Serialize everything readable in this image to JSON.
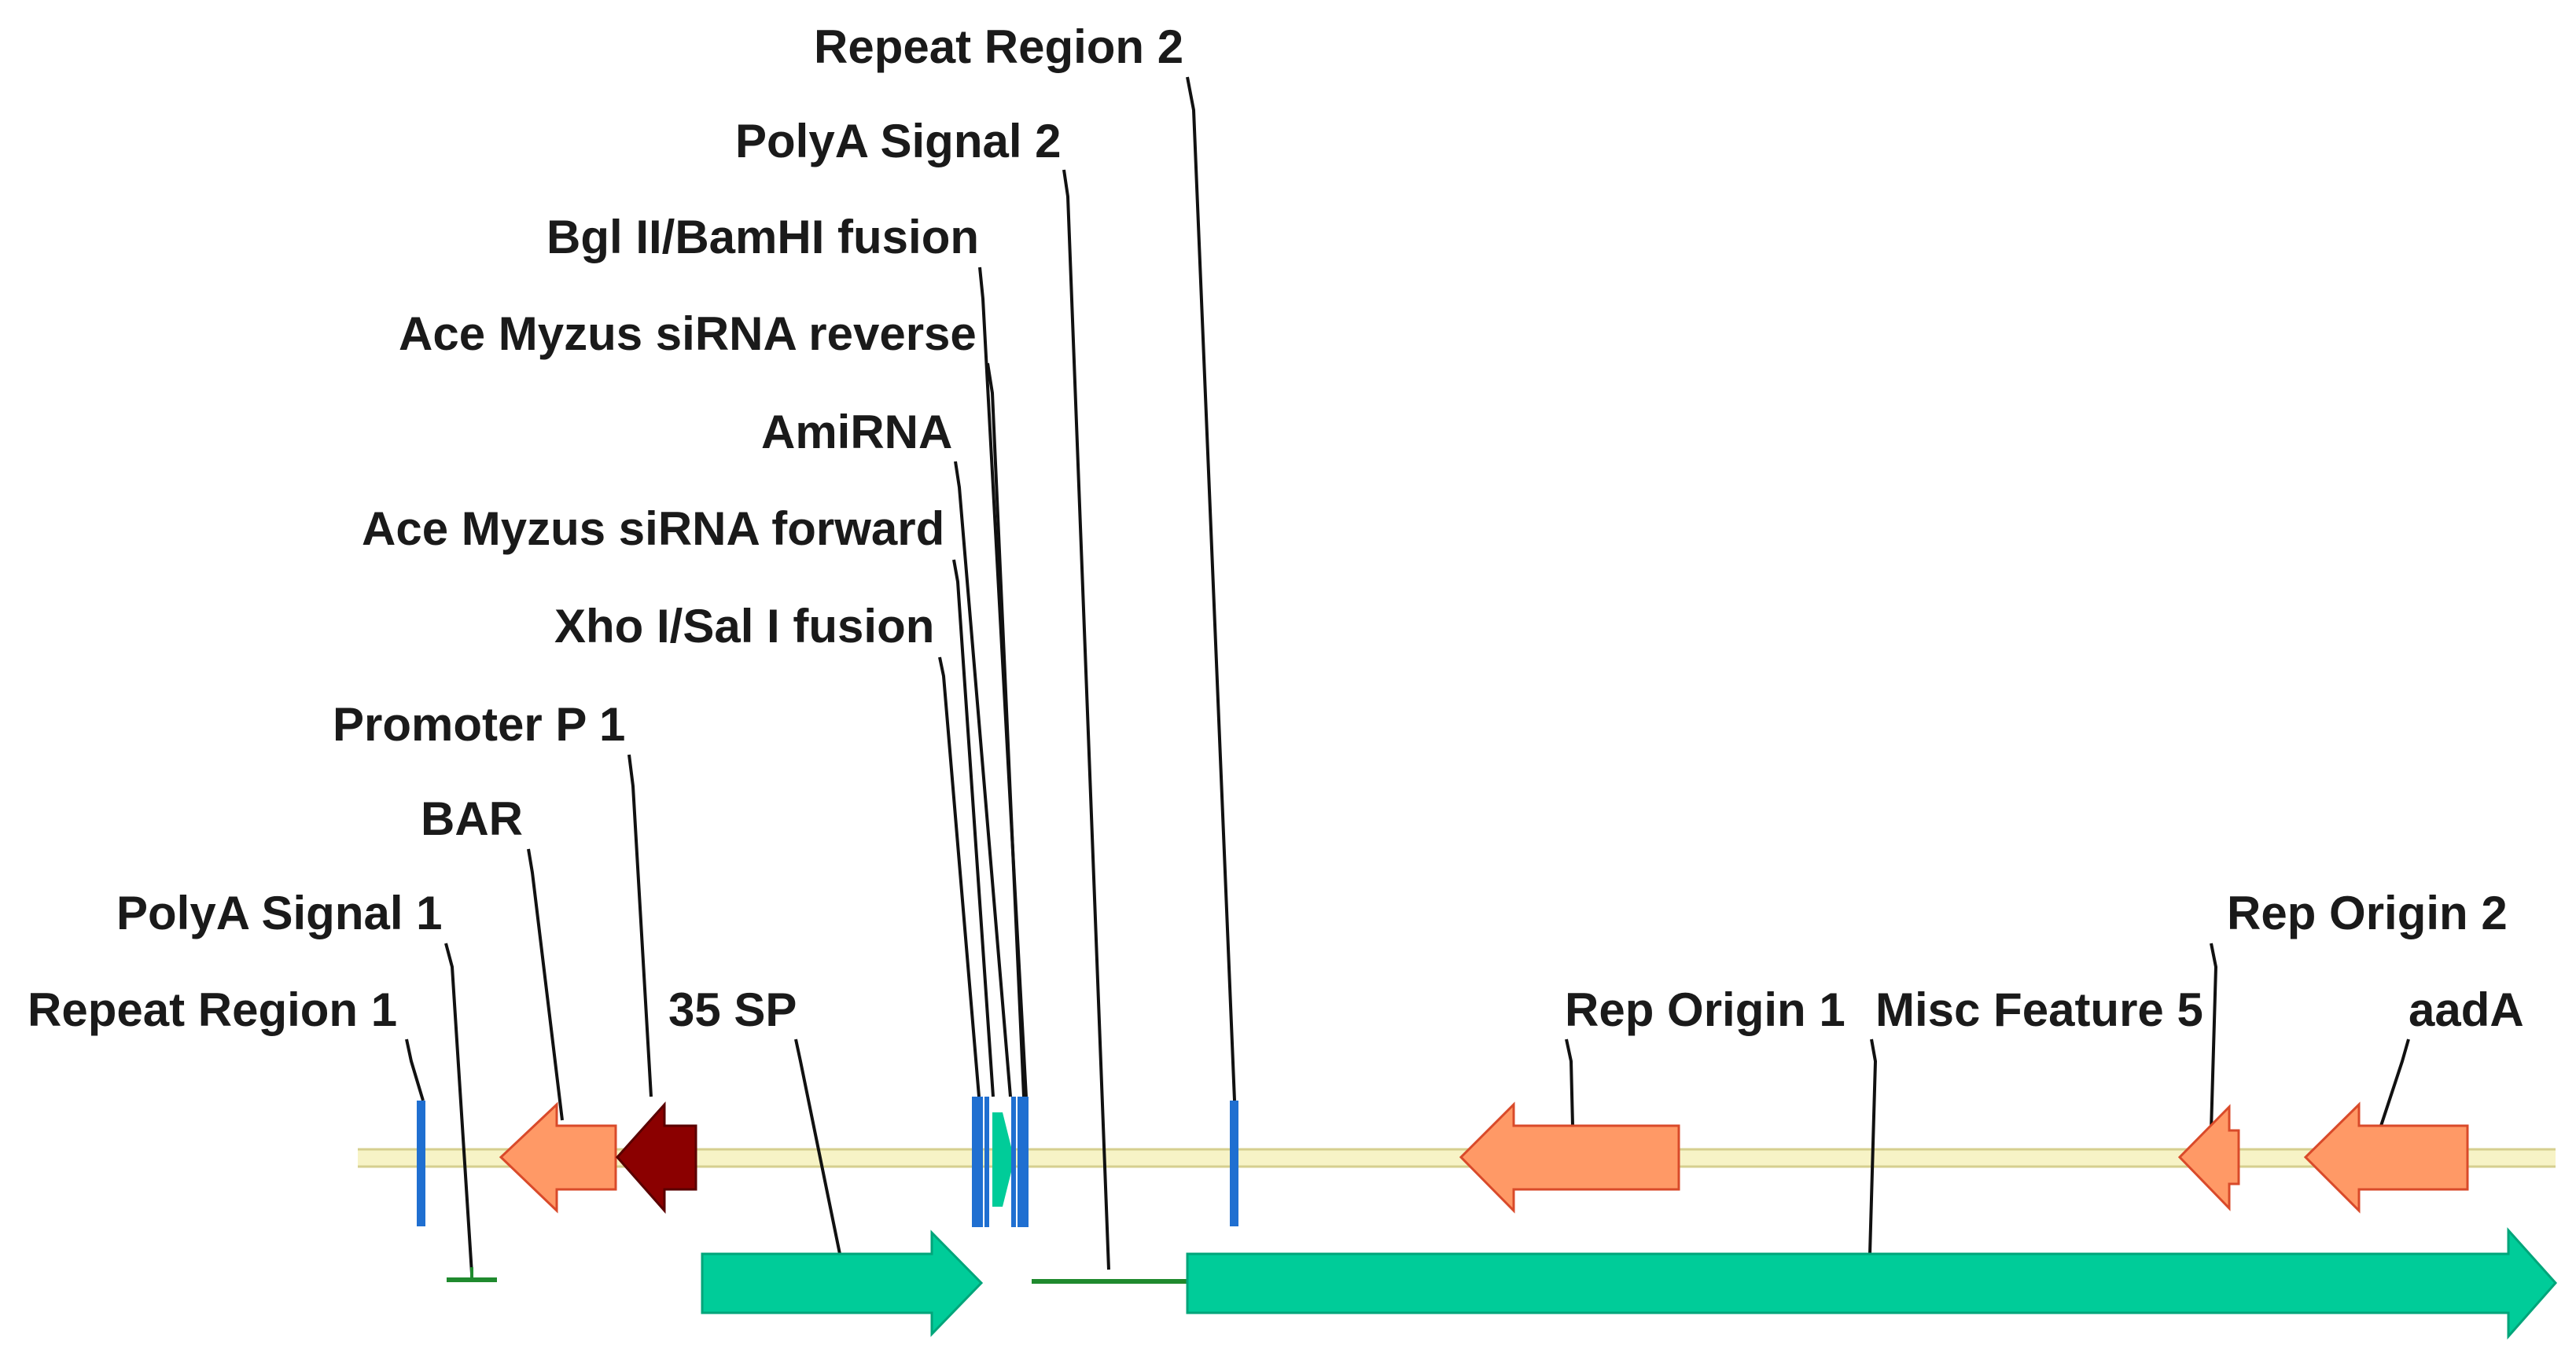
{
  "colors": {
    "backbone_fill": "#f7f3c6",
    "backbone_stroke": "#d6cf8f",
    "site_marker": "#1f6fd1",
    "misc_arrow_fill": "#ff9966",
    "misc_arrow_stroke": "#d94a2a",
    "promoter_fill": "#8b0000",
    "promoter_stroke": "#5a0000",
    "cds_fill": "#00cc99",
    "cds_stroke": "#00a57a",
    "polya_line": "#1f8a2e",
    "leader_line": "#111111",
    "text": "#1a1a1a"
  },
  "labels": {
    "repeat_region_2": "Repeat Region 2",
    "polya_signal_2": "PolyA Signal 2",
    "bgl_bamhi_fusion": "Bgl II/BamHI fusion",
    "ace_sirna_reverse": "Ace Myzus siRNA reverse",
    "amirna": "AmiRNA",
    "ace_sirna_forward": "Ace Myzus siRNA forward",
    "xho_sal_fusion": "Xho I/Sal I fusion",
    "promoter_p1": "Promoter P 1",
    "bar": "BAR",
    "polya_signal_1": "PolyA Signal 1",
    "repeat_region_1": "Repeat Region 1",
    "sp35": "35 SP",
    "rep_origin_1": "Rep Origin 1",
    "misc_feature_5": "Misc Feature 5",
    "rep_origin_2": "Rep Origin 2",
    "aada": "aadA"
  }
}
